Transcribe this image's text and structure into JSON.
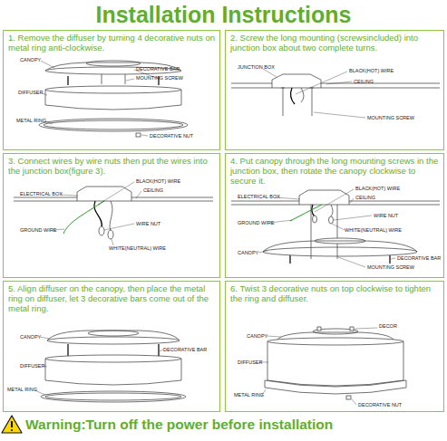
{
  "diagram": {
    "title": "Installation Instructions",
    "nodes": [
      {
        "text": [
          "1. Remove the diffuser by turning 4 decorative nuts on metal ring anti-clockwise."
        ]
      },
      {
        "text": [
          "2. Screw the long mounting (screwsincluded) into junction box about two complete turns."
        ]
      },
      {
        "text": [
          "3. Connect wires by wire nuts then put the wires into the junction box(figure 3)."
        ]
      },
      {
        "text": [
          "4. Put canopy through the long mounting screws in the junction box, then rotate the canopy clockwise to secure it."
        ]
      },
      {
        "text": [
          "5. Align diffuser on the canopy, then place the metal ring on diffuser, let 3 decorative bars come out of the metal ring."
        ]
      },
      {
        "text": [
          "6. Twist 3 decorative nuts on top clockwise to tighten the ring and diffuser."
        ]
      }
    ],
    "labels": [
      "CANOPY",
      "DECORATIVE BAR",
      "MOUNTING SCREW",
      "DIFFUSER",
      "METAL RING",
      "DECORATIVE NUT",
      "JUNCTION BOX",
      "BLACK(HOT) WIRE",
      "CEILING",
      "MOUNTING SCREW",
      "ELECTRICAL BOX",
      "BLACK(HOT) WIRE",
      "CEILING",
      "GROUND WIRE",
      "WIRE NUT",
      "WHITE(NEUTRAL) WIRE",
      "ELECTRICAL BOX",
      "BLACK(HOT) WIRE",
      "CEILING",
      "WIRE NUT",
      "GROUND WIRE",
      "WHITE(NEUTRAL) WIRE",
      "CANOPY",
      "DECORATIVE BAR",
      "MOUNTING SCREW",
      "CANOPY",
      "DECORATIVE BAR",
      "DIFFUSER",
      "METAL RING",
      "CANOPY",
      "DECOR",
      "DIFFUSER",
      "METAL RING",
      "DECORATIVE NUT",
      "Warning:Turn off the power before installation"
    ]
  }
}
